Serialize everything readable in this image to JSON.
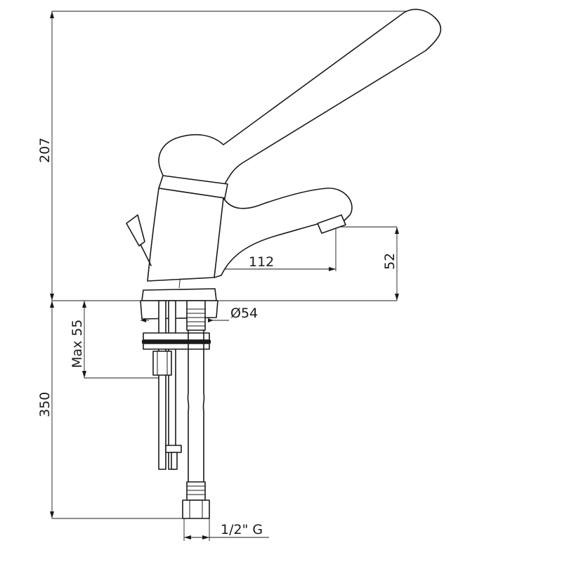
{
  "dimensions": {
    "total_height": "207",
    "hose_length": "350",
    "max_deck": "Max 55",
    "spout_reach": "112",
    "spout_height": "52",
    "base_diameter": "Ø54",
    "connection_thread": "1/2\" G"
  }
}
